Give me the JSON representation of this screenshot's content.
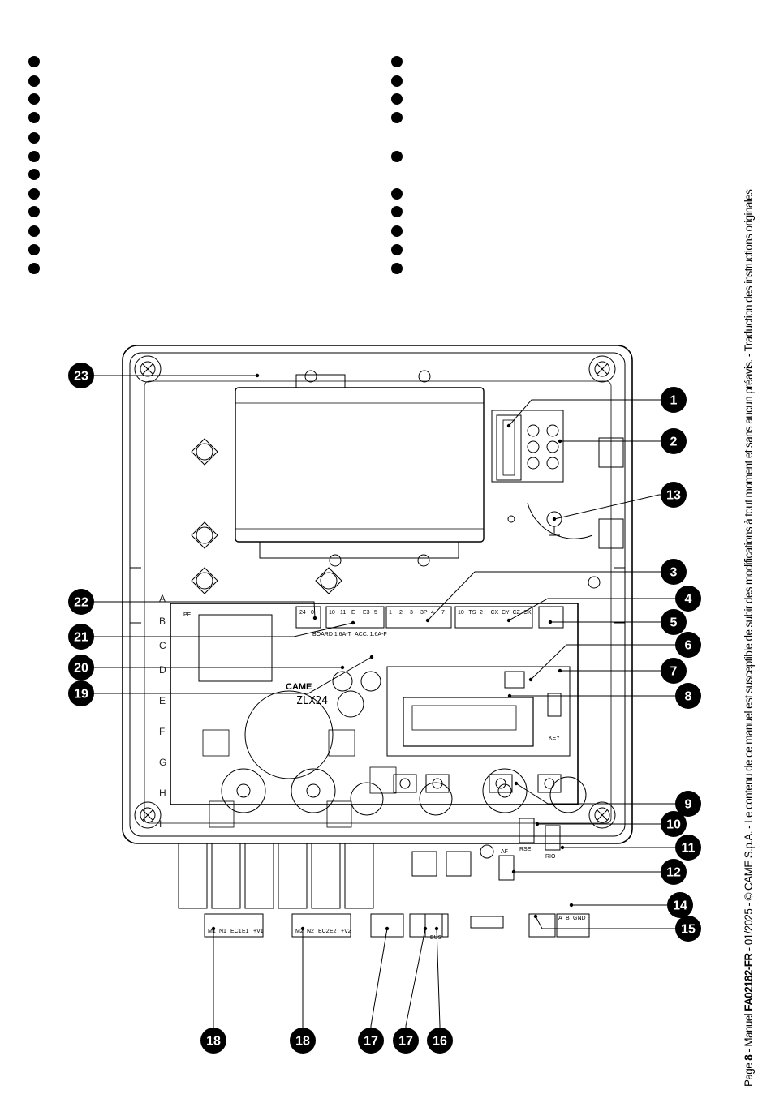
{
  "bullet_lists": {
    "left_count": 12,
    "right_count": 10
  },
  "diagram": {
    "callouts": [
      {
        "n": "1",
        "target": "fuse-holder"
      },
      {
        "n": "2",
        "target": "line-terminal-block"
      },
      {
        "n": "3",
        "target": "command-terminals"
      },
      {
        "n": "4",
        "target": "safety-terminals"
      },
      {
        "n": "5",
        "target": "antenna-terminal"
      },
      {
        "n": "6",
        "target": "display-connector"
      },
      {
        "n": "7",
        "target": "key-connector"
      },
      {
        "n": "8",
        "target": "display"
      },
      {
        "n": "9",
        "target": "programming-buttons"
      },
      {
        "n": "10",
        "target": "rse-connector"
      },
      {
        "n": "11",
        "target": "rio-connector"
      },
      {
        "n": "12",
        "target": "af-connector"
      },
      {
        "n": "13",
        "target": "earth-screw"
      },
      {
        "n": "14",
        "target": "rs485-terminals"
      },
      {
        "n": "15",
        "target": "encoder-terminals"
      },
      {
        "n": "16",
        "target": "bus-terminals"
      },
      {
        "n": "17",
        "target": "limit-switch-terminals"
      },
      {
        "n": "18",
        "target": "motor-terminals"
      },
      {
        "n": "19",
        "target": "accessory-fuse"
      },
      {
        "n": "20",
        "target": "board-fuse"
      },
      {
        "n": "21",
        "target": "power-terminals"
      },
      {
        "n": "22",
        "target": "24v-terminal"
      },
      {
        "n": "23",
        "target": "transformer"
      }
    ],
    "row_letters": [
      "A",
      "B",
      "C",
      "D",
      "E",
      "F",
      "G",
      "H",
      "I"
    ],
    "board_brand": "CAME",
    "board_model": "ZLX24",
    "labels": {
      "key": "KEY",
      "rse": "RSE",
      "rio": "RIO",
      "af": "AF",
      "bus": "BUS",
      "pe": "PE",
      "board_fuse": "BOARD 1.6A-T",
      "acc_fuse": "ACC. 1.6A-F",
      "t24": [
        "24",
        "0"
      ],
      "t_power": [
        "10",
        "11",
        "E",
        "E3",
        "5"
      ],
      "t_cmd": [
        "1",
        "2",
        "3",
        "3P",
        "4",
        "7"
      ],
      "t_safety": [
        "10",
        "TS",
        "2",
        "CX",
        "CY",
        "CZ",
        "CK"
      ],
      "t_rs485": [
        "A",
        "B",
        "GND"
      ],
      "m1": [
        "M1",
        "N1",
        "EC1",
        "E1",
        "+V1"
      ],
      "m2": [
        "M2",
        "N2",
        "EC2",
        "E2",
        "+V2"
      ]
    }
  },
  "footer": {
    "prefix": "Page ",
    "page": "8",
    "sep1": " - Manuel ",
    "code": "FA02182-FR",
    "rest": " - 01/2025 - © CAME S.p.A. - Le contenu de ce manuel est susceptible de subir des modifications à tout moment et sans aucun préavis. - Traduction des instructions originales"
  }
}
